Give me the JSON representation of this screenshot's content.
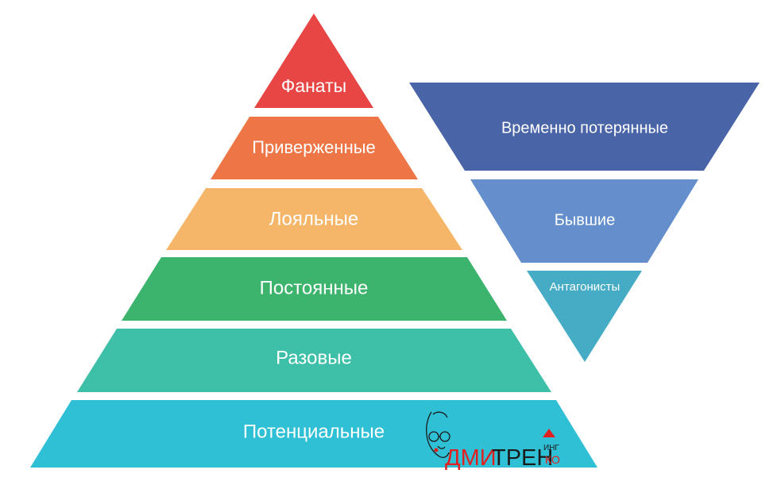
{
  "loyalty_pyramid": {
    "tiers": [
      {
        "label": "Фанаты",
        "color": "#e84545"
      },
      {
        "label": "Приверженные",
        "color": "#ee7646"
      },
      {
        "label": "Лояльные",
        "color": "#f6b669"
      },
      {
        "label": "Постоянные",
        "color": "#3db46d"
      },
      {
        "label": "Разовые",
        "color": "#3ebfa8"
      },
      {
        "label": "Потенциальные",
        "color": "#30c0d6"
      }
    ]
  },
  "lost_funnel": {
    "tiers": [
      {
        "label": "Временно потерянные",
        "color": "#4a64a8"
      },
      {
        "label": "Бывшие",
        "color": "#648fcc"
      },
      {
        "label": "Антагонисты",
        "color": "#46acc6"
      }
    ]
  },
  "logo": {
    "text_part1": "ДМИ",
    "text_part2": "ТРЕН",
    "text_small_top": "ИНГ",
    "text_small_bottom": "КО",
    "color_red": "#e02020",
    "color_dark": "#1a1a1a"
  }
}
